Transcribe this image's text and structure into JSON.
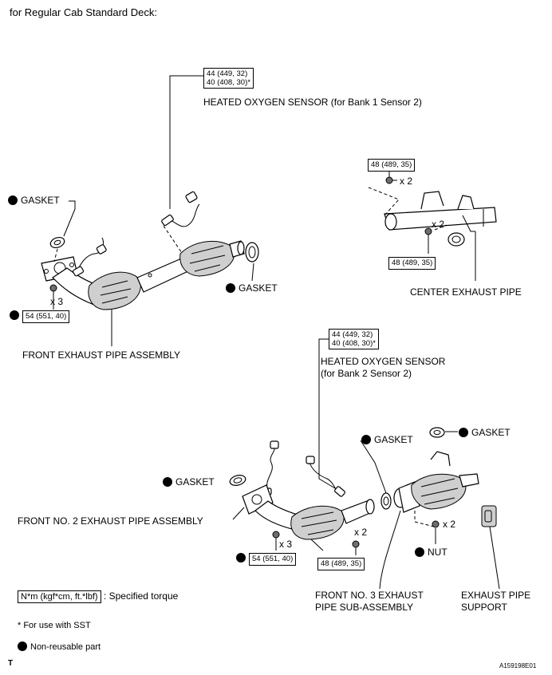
{
  "header": {
    "title": "for Regular Cab Standard Deck:"
  },
  "torques": {
    "o2_bank1_a": "44 (449, 32)",
    "o2_bank1_b": "40 (408, 30)*",
    "center_top": "48 (489, 35)",
    "center_bottom": "48 (489, 35)",
    "front_bolt": "54 (551, 40)",
    "o2_bank2_a": "44 (449, 32)",
    "o2_bank2_b": "40 (408, 30)*",
    "front2_bolt": "54 (551, 40)",
    "front3_bolt": "48 (489, 35)"
  },
  "labels": {
    "o2_bank1": "HEATED OXYGEN SENSOR (for Bank 1 Sensor 2)",
    "gasket_a": "GASKET",
    "gasket_b": "GASKET",
    "x2_top": "x 2",
    "x2_mid": "x 2",
    "x3_front": "x 3",
    "center_pipe": "CENTER EXHAUST PIPE",
    "front_pipe": "FRONT EXHAUST PIPE ASSEMBLY",
    "o2_bank2_l1": "HEATED OXYGEN SENSOR",
    "o2_bank2_l2": "(for Bank 2 Sensor 2)",
    "gasket_c": "GASKET",
    "gasket_d": "GASKET",
    "gasket_e": "GASKET",
    "front2_pipe": "FRONT NO. 2 EXHAUST PIPE ASSEMBLY",
    "x2_front3": "x 2",
    "x3_front2": "x 3",
    "x2_nut": "x 2",
    "nut": "NUT",
    "front3_l1": "FRONT NO. 3 EXHAUST",
    "front3_l2": "PIPE SUB-ASSEMBLY",
    "support_l1": "EXHAUST PIPE",
    "support_l2": "SUPPORT"
  },
  "legend": {
    "unit_box": "N*m (kgf*cm, ft.*lbf)",
    "unit_text": ": Specified torque",
    "sst_note": "* For use with SST",
    "nonreusable": "Non-reusable part"
  },
  "footer": {
    "left_mark": "T",
    "figure_id": "A159198E01"
  }
}
